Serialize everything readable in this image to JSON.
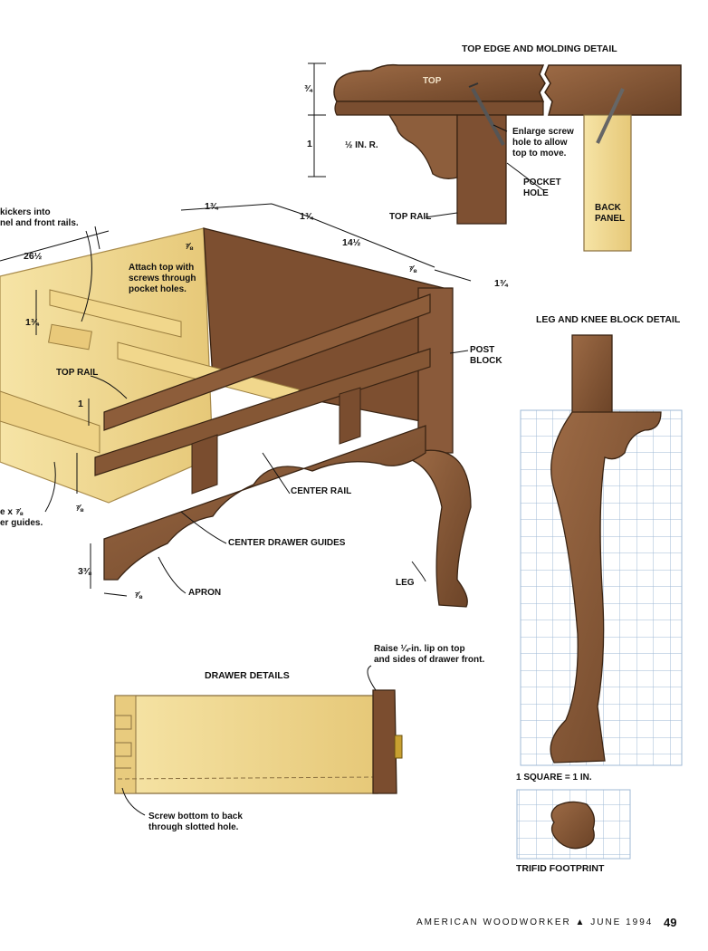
{
  "titles": {
    "top_edge": "TOP EDGE AND MOLDING DETAIL",
    "leg_knee": "LEG AND KNEE BLOCK DETAIL",
    "drawer": "DRAWER DETAILS",
    "trifid": "TRIFID FOOTPRINT"
  },
  "labels": {
    "top": "TOP",
    "enlarge": "Enlarge screw\nhole to allow\ntop to move.",
    "pocket_hole": "POCKET\nHOLE",
    "back_panel": "BACK\nPANEL",
    "top_rail_detail": "TOP RAIL",
    "radius": "½ IN. R.",
    "kickers": "kickers into\nnel and front rails.",
    "attach_top": "Attach top with\nscrews through\npocket holes.",
    "top_rail": "TOP RAIL",
    "post_block": "POST\nBLOCK",
    "center_rail": "CENTER RAIL",
    "center_drawer_guides": "CENTER DRAWER GUIDES",
    "apron": "APRON",
    "leg": "LEG",
    "guides": "e x ⅞\ner guides.",
    "raise_lip": "Raise ¼-in. lip on top\nand sides of drawer front.",
    "screw_bottom": "Screw bottom to back\nthrough slotted hole.",
    "square": "1 SQUARE = 1 IN."
  },
  "dimensions": {
    "d_three_quarter": "¾",
    "d_one": "1",
    "d_1_3_4_a": "1¾",
    "d_1_3_4_b": "1¾",
    "d_14_1_2": "14½",
    "d_7_8_a": "⅞",
    "d_7_8_b": "⅞",
    "d_1_3_4_c": "1¾",
    "d_26_1_2": "26½",
    "d_1_3_4_d": "1¾",
    "d_1": "1",
    "d_7_8_c": "⅞",
    "d_3_3_8": "3⅜",
    "d_7_8_d": "⅞"
  },
  "footer": {
    "magazine": "AMERICAN WOODWORKER  ▲  JUNE 1994",
    "page": "49"
  },
  "colors": {
    "walnut": "#8a5a3a",
    "walnut_dark": "#5e3a22",
    "pine": "#f3dd98",
    "pine_dark": "#d8b96a",
    "grid": "#9fb8d6"
  }
}
